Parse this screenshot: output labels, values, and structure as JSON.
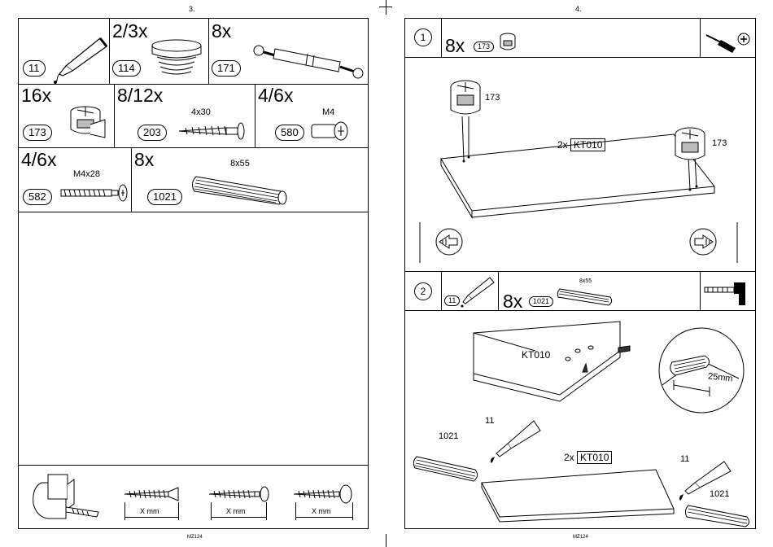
{
  "left_page": {
    "page_number": "3.",
    "footer": "MZ124",
    "parts": [
      {
        "qty": "",
        "code": "11"
      },
      {
        "qty": "2/3x",
        "code": "114"
      },
      {
        "qty": "8x",
        "code": "171"
      },
      {
        "qty": "16x",
        "code": "173"
      },
      {
        "qty": "8/12x",
        "code": "203",
        "size": "4x30"
      },
      {
        "qty": "4/6x",
        "code": "580",
        "size": "M4"
      },
      {
        "qty": "4/6x",
        "code": "582",
        "size": "M4x28"
      },
      {
        "qty": "8x",
        "code": "1021",
        "size": "8x55"
      }
    ],
    "screw_measure_label": "X mm"
  },
  "right_page": {
    "page_number": "4.",
    "footer": "MZ124",
    "step1": {
      "number": "1",
      "qty": "8x",
      "code": "173",
      "label_a": "173",
      "label_b": "173",
      "panel_count": "2x",
      "panel_code": "KT010"
    },
    "step2": {
      "number": "2",
      "glue_code": "11",
      "qty": "8x",
      "code": "1021",
      "size": "8x55",
      "panel_label": "KT010",
      "depth": "25mm",
      "dowel_label_left": "1021",
      "dowel_label_right": "1021",
      "glue_label_left": "11",
      "glue_label_right": "11",
      "panel_count": "2x",
      "panel_code": "KT010"
    }
  }
}
